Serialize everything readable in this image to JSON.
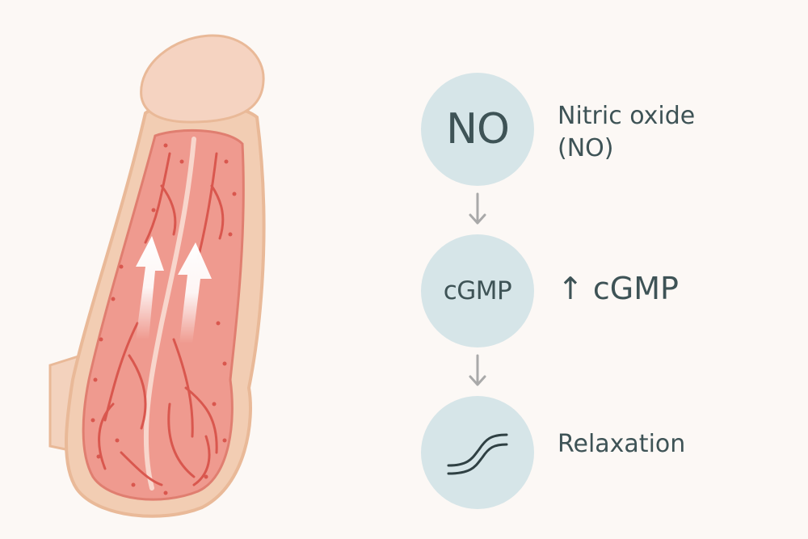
{
  "nodes": {
    "no": {
      "text": "NO",
      "label_line1": "Nitric oxide",
      "label_line2": "(NO)"
    },
    "cgmp": {
      "text": "cGMP",
      "label": "↑ cGMP"
    },
    "relaxation": {
      "icon": "wave-icon",
      "label": "Relaxation"
    }
  },
  "colors": {
    "background": "#fcf8f5",
    "node_fill": "#d6e5e8",
    "text": "#3e5356",
    "arrow": "#a9a9a9",
    "skin": "#f2cdb3",
    "skin_outline": "#e9b998",
    "tissue": "#ef9a8f",
    "vessel": "#d9574e"
  }
}
